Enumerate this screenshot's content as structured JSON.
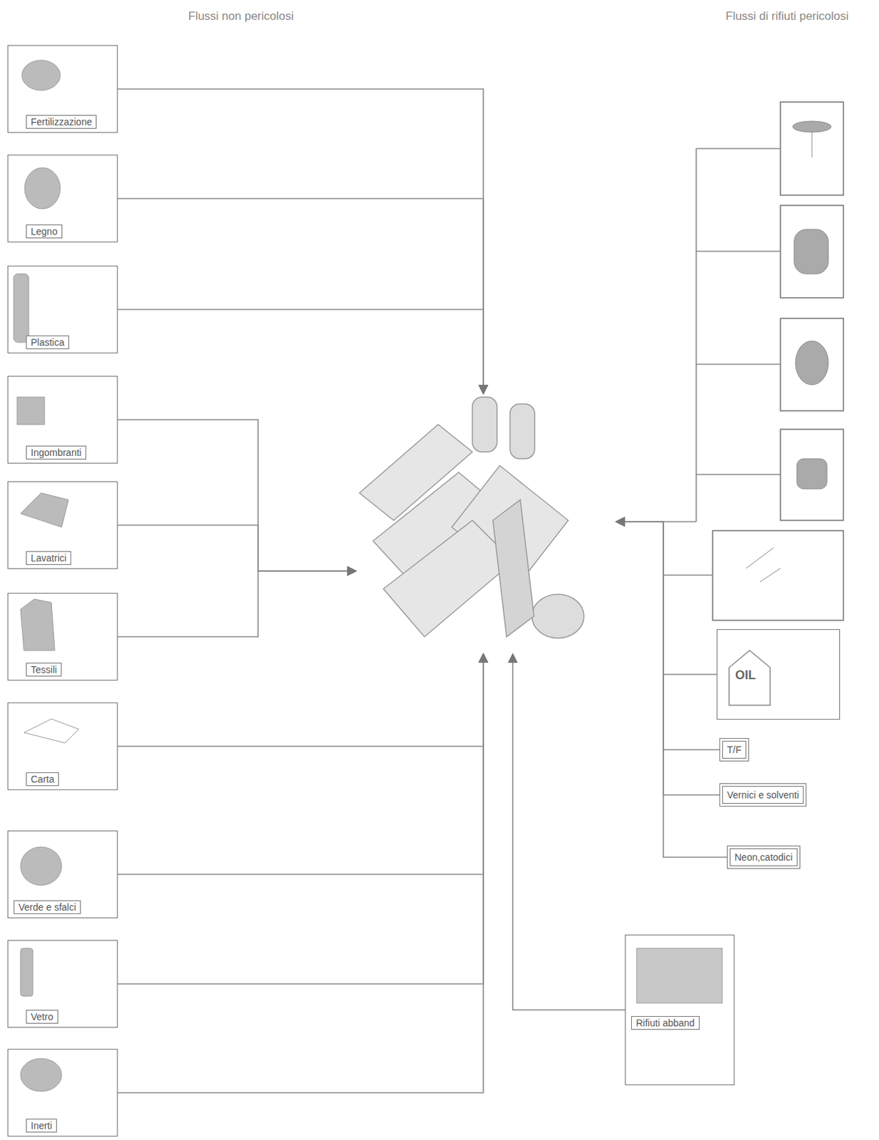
{
  "diagram": {
    "nodes": [
      {
        "text": [
          "Fertilizzazione"
        ]
      },
      {
        "text": [
          "Legno"
        ]
      },
      {
        "text": [
          "Plastica"
        ]
      },
      {
        "text": [
          "Ingombranti"
        ]
      },
      {
        "text": [
          "Lavatrici"
        ]
      },
      {
        "text": [
          "Tessili"
        ]
      },
      {
        "text": [
          "Carta"
        ]
      },
      {
        "text": [
          "Verde e sfalci"
        ]
      },
      {
        "text": [
          "Vetro"
        ]
      },
      {
        "text": [
          "Inerti"
        ]
      },
      {
        "text": []
      },
      {
        "text": [
          "OIL"
        ]
      },
      {
        "text": [
          "T/F"
        ]
      },
      {
        "text": [
          "Vernici e solventi"
        ]
      },
      {
        "text": [
          "Neon,catodici"
        ]
      },
      {
        "text": [
          "Rifiuti abband"
        ]
      }
    ],
    "edges": [
      {
        "from": 0,
        "to": 10,
        "arrow": "to"
      },
      {
        "from": 1,
        "to": 10,
        "arrow": "to"
      },
      {
        "from": 2,
        "to": 10,
        "arrow": "to"
      },
      {
        "from": 3,
        "to": 10,
        "arrow": "to"
      },
      {
        "from": 4,
        "to": 10,
        "arrow": "to"
      },
      {
        "from": 5,
        "to": 10,
        "arrow": "to"
      },
      {
        "from": 6,
        "to": 10,
        "arrow": "to"
      },
      {
        "from": 7,
        "to": 10,
        "arrow": "to"
      },
      {
        "from": 8,
        "to": 10,
        "arrow": "to"
      },
      {
        "from": 9,
        "to": 10,
        "arrow": "to"
      },
      {
        "from": 11,
        "to": 10,
        "arrow": "to"
      },
      {
        "from": 12,
        "to": 10,
        "arrow": "to"
      },
      {
        "from": 13,
        "to": 10,
        "arrow": "to"
      },
      {
        "from": 14,
        "to": 10,
        "arrow": "to"
      },
      {
        "from": 15,
        "to": 10,
        "arrow": "to"
      }
    ],
    "labels": [
      "Flussi non pericolosi",
      "Flussi di rifiuti pericolosi"
    ]
  }
}
